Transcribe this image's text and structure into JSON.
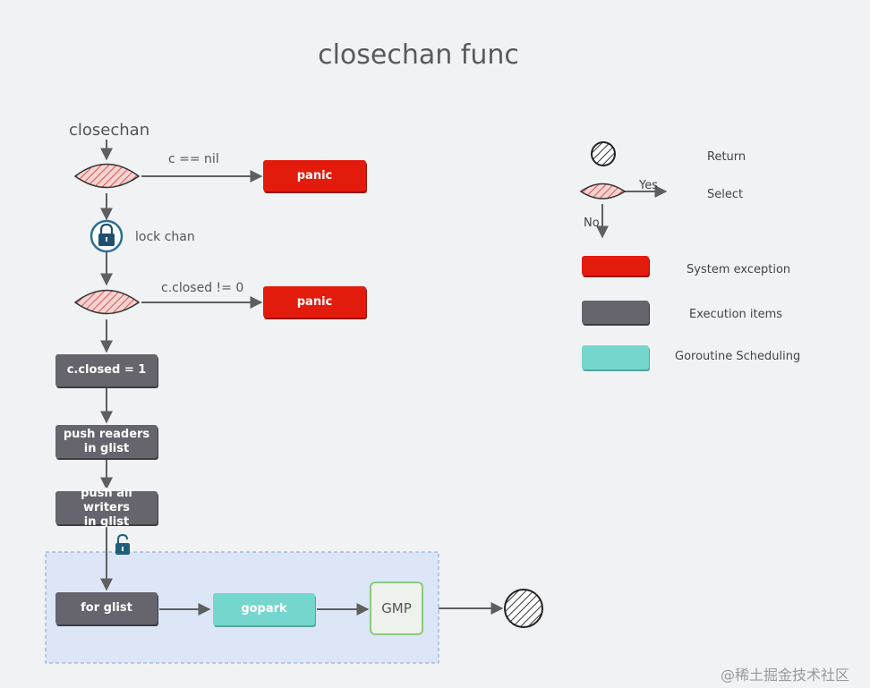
{
  "title": "closechan func",
  "start_label": "closechan",
  "lock_label": "lock chan",
  "conditions": {
    "nil_check": "c == nil",
    "closed_check": "c.closed != 0"
  },
  "boxes": {
    "panic_1": "panic",
    "panic_2": "panic",
    "set_closed": "c.closed = 1",
    "push_readers": "push readers\nin glist",
    "push_writers": "push all writers\nin glist",
    "for_glist": "for glist",
    "gopark": "gopark",
    "gmp": "GMP"
  },
  "legend": {
    "return": "Return",
    "select": "Select",
    "yes": "Yes",
    "no": "No",
    "system_exception": "System exception",
    "execution_items": "Execution items",
    "goroutine_scheduling": "Goroutine Scheduling"
  },
  "colors": {
    "system_exception": "#e31b0d",
    "execution_items": "#66646d",
    "goroutine_scheduling": "#75d6ce",
    "select_diamond": "#f2b8b5",
    "scheduling_region": "#dce6f7"
  },
  "watermark": "@稀土掘金技术社区"
}
